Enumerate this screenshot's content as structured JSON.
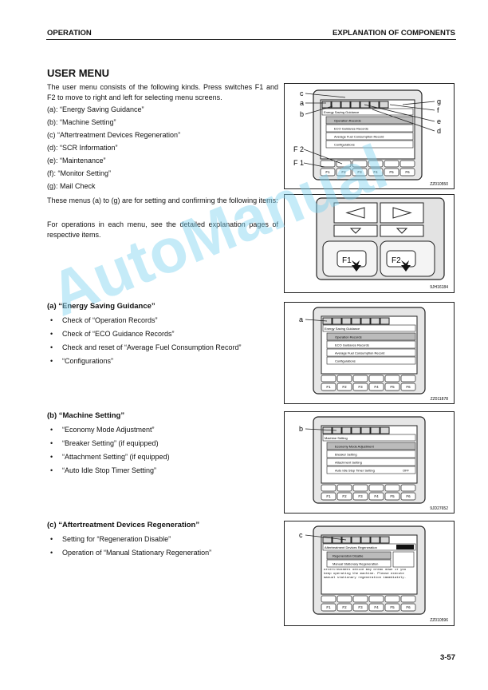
{
  "header": {
    "left": "OPERATION",
    "right": "EXPLANATION OF COMPONENTS"
  },
  "title": "USER MENU",
  "intro": "The user menu consists of the following kinds. Press switches F1 and F2 to move to right and left for selecting menu screens.",
  "menu_list": [
    "(a): “Energy Saving Guidance”",
    "(b): “Machine Setting”",
    "(c) “Aftertreatment Devices Regeneration”",
    "(d): “SCR Information”",
    "(e): “Maintenance”",
    "(f): “Monitor Setting”",
    "(g): Mail Check"
  ],
  "para1": "These menus (a) to (g) are for setting and confirming the following items:",
  "para2": "For operations in each menu, see the detailed explanation pages of respective items.",
  "sections": [
    {
      "heading": "(a) “Energy Saving Guidance”",
      "items": [
        "Check of “Operation Records”",
        "Check of “ECO Guidance Records”",
        "Check and reset of “Average Fuel Consumption Record”",
        "“Configurations”"
      ]
    },
    {
      "heading": "(b) “Machine Setting”",
      "items": [
        "“Economy Mode Adjustment”",
        "“Breaker Setting” (if equipped)",
        "“Attachment Setting” (if equipped)",
        "“Auto Idle Stop Timer Setting”"
      ]
    },
    {
      "heading": "(c) “Aftertreatment Devices Regeneration”",
      "items": [
        "Setting for “Regeneration Disable”",
        "Operation of “Manual Stationary Regeneration”"
      ]
    }
  ],
  "figures": {
    "fig1": {
      "labels": [
        "c",
        "a",
        "b",
        "F 2",
        "F 1",
        "g",
        "f",
        "e",
        "d"
      ],
      "menu_title": "Energy Saving Guidance",
      "rows": [
        "Operation Records",
        "ECO Guidance Records",
        "Average Fuel Consumption Record",
        "Configurations"
      ],
      "fkeys": [
        "F1",
        "F2",
        "F3",
        "F4",
        "F5",
        "F6"
      ],
      "code": "ZZ010550"
    },
    "fig2": {
      "fkeys": [
        "F1",
        "F2"
      ],
      "code": "9JH16184"
    },
    "fig3": {
      "labels": [
        "a"
      ],
      "menu_title": "Energy Saving Guidance",
      "rows": [
        "Operation Records",
        "ECO Guidance Records",
        "Average Fuel Consumption Record",
        "Configurations"
      ],
      "fkeys": [
        "F1",
        "F2",
        "F3",
        "F4",
        "F5",
        "F6"
      ],
      "code": "ZZ011878"
    },
    "fig4": {
      "labels": [
        "b"
      ],
      "menu_title": "Machine Setting",
      "rows": [
        "Economy Mode Adjustment",
        "Breaker Setting",
        "Attachment Setting",
        "Auto Idle Stop Timer Setting"
      ],
      "values": [
        "",
        "",
        "",
        "OFF"
      ],
      "fkeys": [
        "F1",
        "F2",
        "F3",
        "F4",
        "F5",
        "F6"
      ],
      "code": "9JD27652"
    },
    "fig5": {
      "labels": [
        "c"
      ],
      "menu_title": "Aftertreatment Devices Regeneration",
      "rows": [
        "Regeneration Disable",
        "Manual Stationary Regeneration"
      ],
      "note": "Aftertreatment device may break down if you keep operating the machine. Please execute manual stationary regeneration immediately.",
      "fkeys": [
        "F1",
        "F2",
        "F3",
        "F4",
        "F5",
        "F6"
      ],
      "code": "ZZ010596"
    }
  },
  "watermark": "AutoManual",
  "page_number": "3-57"
}
